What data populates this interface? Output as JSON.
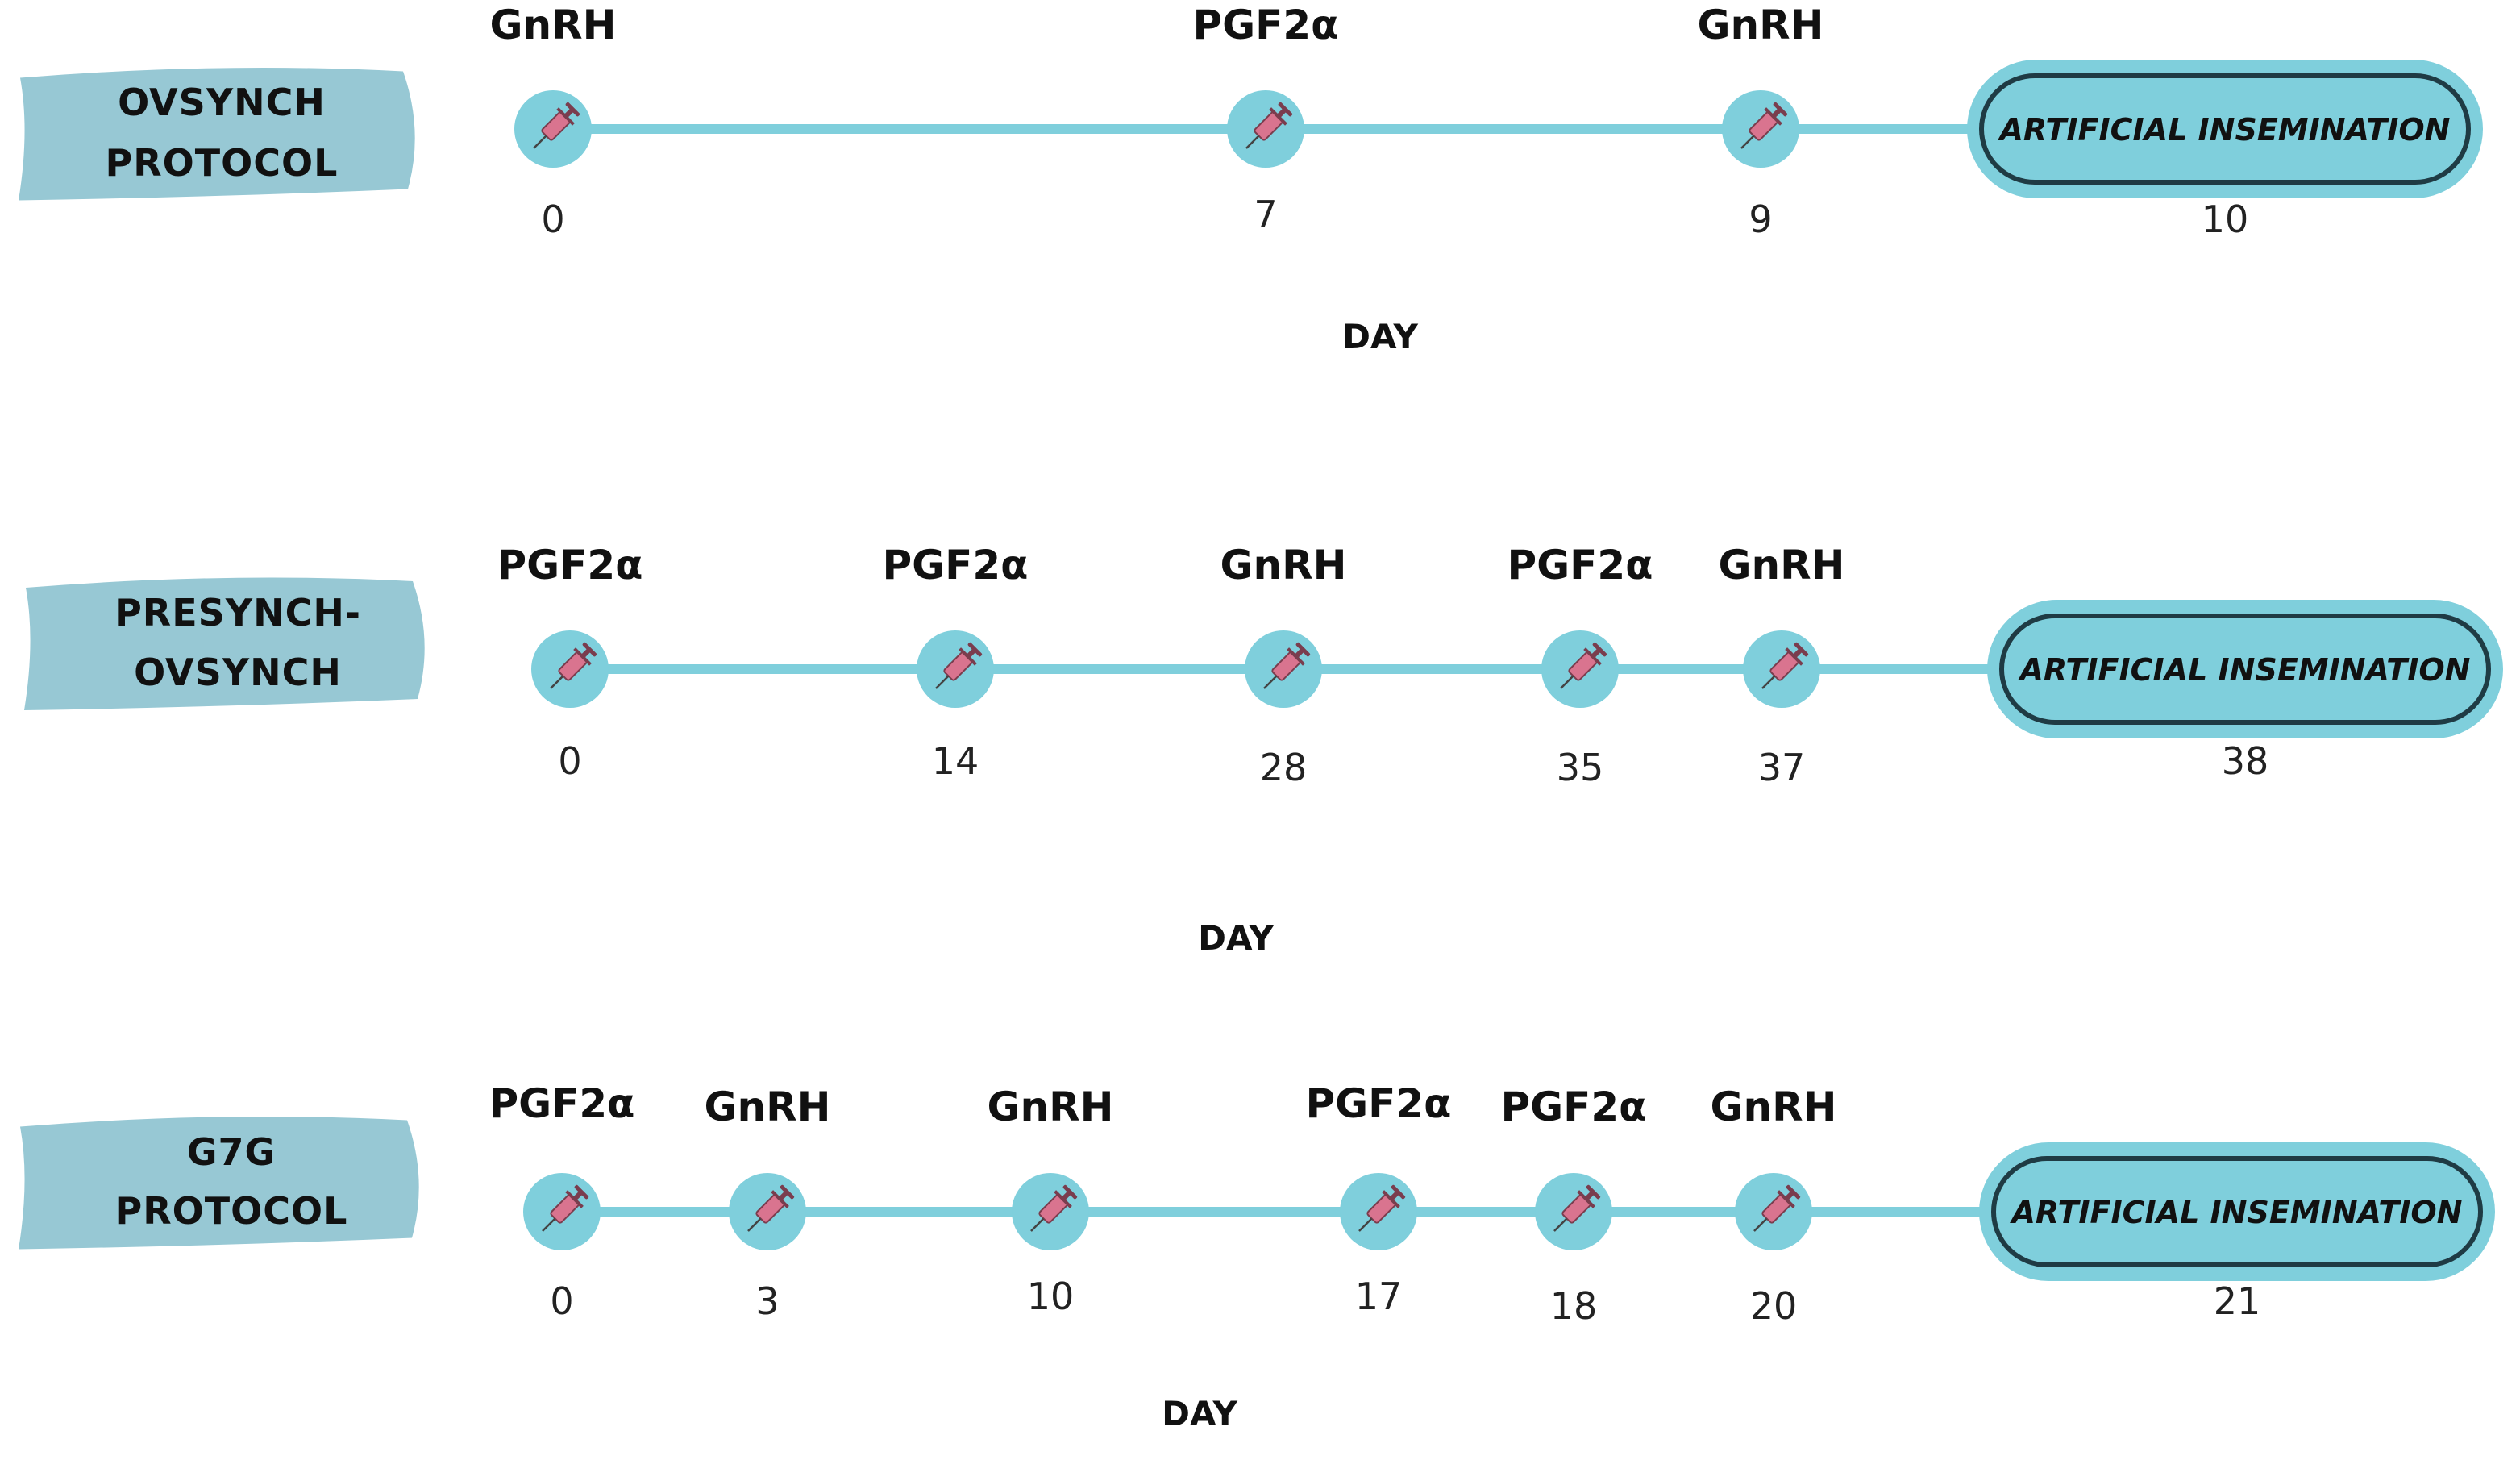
{
  "protocols": [
    {
      "name_lines": [
        "OVSYNCH",
        "PROTOCOL"
      ],
      "events": [
        {
          "drug": "GnRH",
          "day": "0"
        },
        {
          "drug": "PGF2α",
          "day": "7"
        },
        {
          "drug": "GnRH",
          "day": "9"
        }
      ],
      "final": {
        "label": "ARTIFICIAL INSEMINATION",
        "day": "10"
      },
      "axis_label": "DAY"
    },
    {
      "name_lines": [
        "PRESYNCH-",
        "OVSYNCH"
      ],
      "events": [
        {
          "drug": "PGF2α",
          "day": "0"
        },
        {
          "drug": "PGF2α",
          "day": "14"
        },
        {
          "drug": "GnRH",
          "day": "28"
        },
        {
          "drug": "PGF2α",
          "day": "35"
        },
        {
          "drug": "GnRH",
          "day": "37"
        }
      ],
      "final": {
        "label": "ARTIFICIAL INSEMINATION",
        "day": "38"
      },
      "axis_label": "DAY"
    },
    {
      "name_lines": [
        "G7G",
        "PROTOCOL"
      ],
      "events": [
        {
          "drug": "PGF2α",
          "day": "0"
        },
        {
          "drug": "GnRH",
          "day": "3"
        },
        {
          "drug": "GnRH",
          "day": "10"
        },
        {
          "drug": "PGF2α",
          "day": "17"
        },
        {
          "drug": "PGF2α",
          "day": "18"
        },
        {
          "drug": "GnRH",
          "day": "20"
        }
      ],
      "final": {
        "label": "ARTIFICIAL INSEMINATION",
        "day": "21"
      },
      "axis_label": "DAY"
    }
  ],
  "icons": {
    "marker": "syringe-icon"
  },
  "colors": {
    "accent": "#7fcfdc",
    "label_fill": "#97c8d4",
    "outline": "#1f3b44",
    "syringe": "#d9748f"
  }
}
